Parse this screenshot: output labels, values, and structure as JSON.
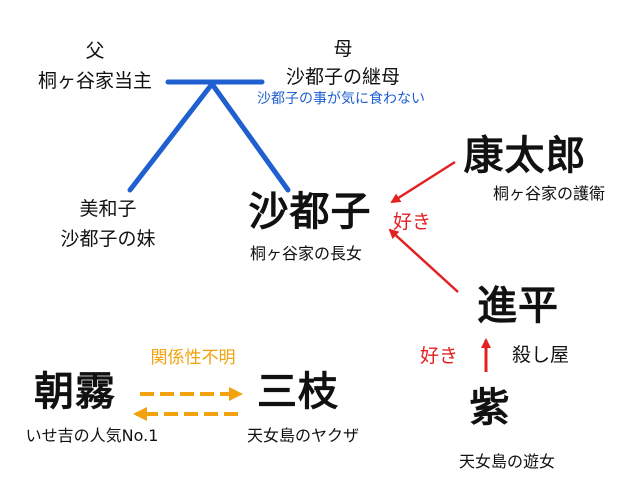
{
  "colors": {
    "text": "#111111",
    "tree_line": "#1f5fd0",
    "like_arrow": "#e22222",
    "unknown_arrow": "#f2a20f"
  },
  "nodes": {
    "father": {
      "role": "父",
      "desc": "桐ヶ谷家当主"
    },
    "mother": {
      "role": "母",
      "desc": "沙都子の継母",
      "note": "沙都子の事が気に食わない"
    },
    "miwako": {
      "name": "美和子",
      "desc": "沙都子の妹"
    },
    "satoko": {
      "name": "沙都子",
      "desc": "桐ヶ谷家の長女"
    },
    "kotaro": {
      "name": "康太郎",
      "desc": "桐ヶ谷家の護衛"
    },
    "shinpei": {
      "name": "進平",
      "desc": "殺し屋"
    },
    "murasaki": {
      "name": "紫",
      "desc": "天女島の遊女"
    },
    "asagiri": {
      "name": "朝霧",
      "desc": "いせ吉の人気No.1"
    },
    "sanshi": {
      "name": "三枝",
      "desc": "天女島のヤクザ"
    }
  },
  "relations": {
    "to_satoko": "好き",
    "to_shinpei": "好き",
    "asagiri_sanshi": "関係性不明"
  }
}
